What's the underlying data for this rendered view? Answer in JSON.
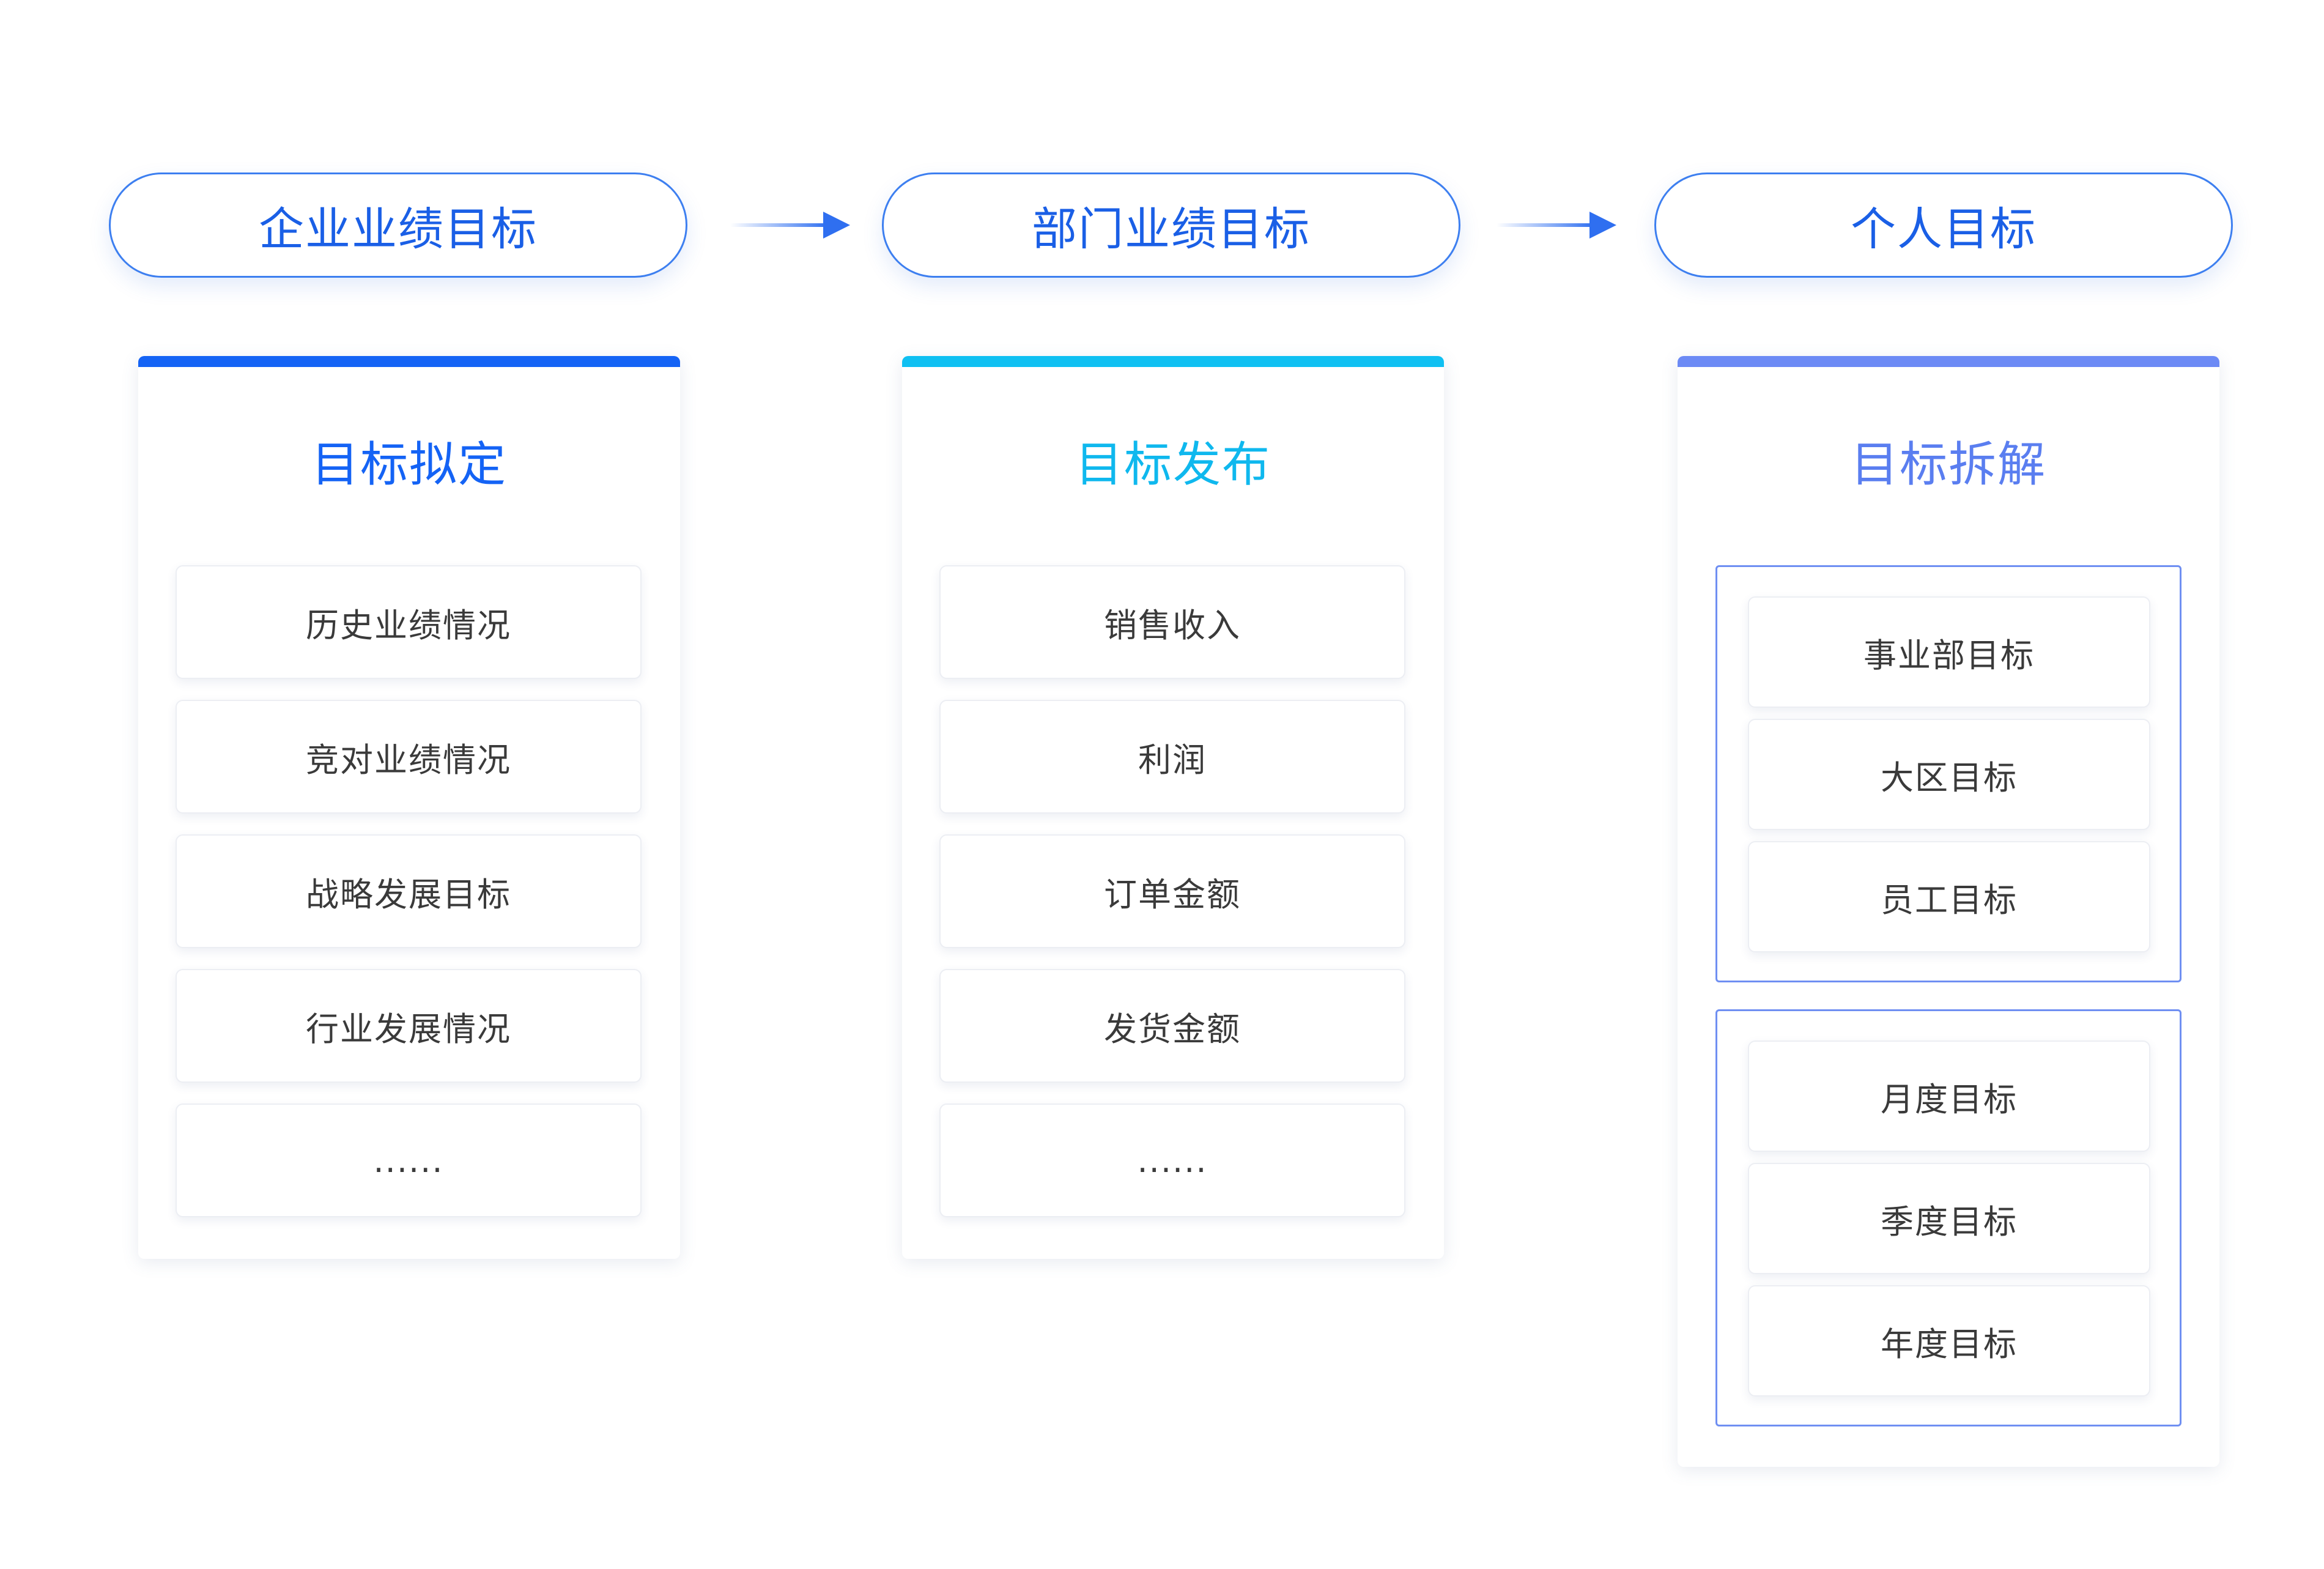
{
  "flow": {
    "stages": [
      {
        "label": "企业业绩目标"
      },
      {
        "label": "部门业绩目标"
      },
      {
        "label": "个人目标"
      }
    ]
  },
  "columns": [
    {
      "title": "目标拟定",
      "accent": "#1463f5",
      "items": [
        "历史业绩情况",
        "竞对业绩情况",
        "战略发展目标",
        "行业发展情况",
        "......"
      ]
    },
    {
      "title": "目标发布",
      "accent": "#0fc0f2",
      "items": [
        "销售收入",
        "利润",
        "订单金额",
        "发货金额",
        "......"
      ]
    },
    {
      "title": "目标拆解",
      "accent": "#6c8af5",
      "groups": [
        {
          "items": [
            "事业部目标",
            "大区目标",
            "员工目标"
          ]
        },
        {
          "items": [
            "月度目标",
            "季度目标",
            "年度目标"
          ]
        }
      ]
    }
  ],
  "colors": {
    "pill_border": "#3d7ff0",
    "pill_text": "#1a5fe6",
    "arrow": "#2f6ff0",
    "group_border": "#6f8ff2"
  }
}
